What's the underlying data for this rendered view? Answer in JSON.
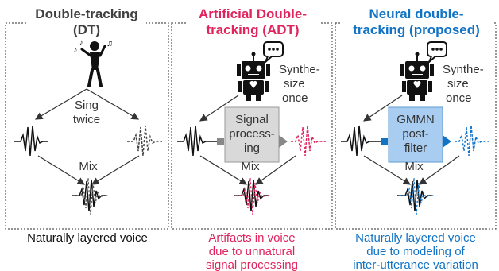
{
  "panels": [
    {
      "title_line1": "Double-tracking",
      "title_line2": "(DT)",
      "action_line1": "Sing",
      "action_line2": "twice",
      "mix_label": "Mix",
      "caption_line1": "Naturally layered voice",
      "caption_line2": "",
      "icon": "singer-icon",
      "title_color": "#404040"
    },
    {
      "title_line1": "Artificial Double-",
      "title_line2": "tracking (ADT)",
      "action_line1": "Synthe-",
      "action_line2": "size",
      "action_line3": "once",
      "box_line1": "Signal",
      "box_line2": "process-",
      "box_line3": "ing",
      "mix_label": "Mix",
      "caption_line1": "Artifacts in voice",
      "caption_line2": "due to unnatural",
      "caption_line3": "signal processing",
      "icon": "robot-icon",
      "title_color": "#e0245e"
    },
    {
      "title_line1": "Neural double-",
      "title_line2": "tracking (proposed)",
      "action_line1": "Synthe-",
      "action_line2": "size",
      "action_line3": "once",
      "box_line1": "GMMN",
      "box_line2": "post-",
      "box_line3": "filter",
      "mix_label": "Mix",
      "caption_line1": "Naturally layered voice",
      "caption_line2": "due to modeling of",
      "caption_line3": "inter-utterance variation",
      "icon": "robot-icon",
      "title_color": "#1273c5"
    }
  ],
  "colors": {
    "black": "#111111",
    "gray": "#666666",
    "red": "#e0245e",
    "blue": "#1273c5",
    "box_gray": "#d9d9d9",
    "box_blue": "#a9cdf0"
  }
}
